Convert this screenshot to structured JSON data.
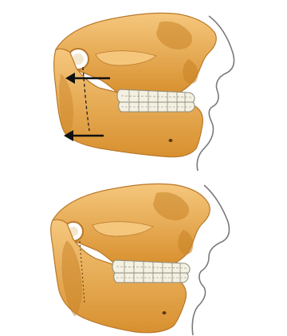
{
  "diagram": {
    "panels": [
      {
        "id": "before",
        "content": "skull-lateral-view-with-osteotomy-arrows",
        "arrows": [
          "arrow-left-upper",
          "arrow-left-lower"
        ],
        "cut_line": "dashed-vertical-ramus"
      },
      {
        "id": "after",
        "content": "skull-lateral-view-after-repositioning",
        "cut_line": "dotted-ramus-segment"
      }
    ],
    "colors": {
      "bone": "#E9A94E",
      "bone_shade": "#C98326",
      "bone_light": "#F5C77D",
      "bone_outline": "#B9782A",
      "teeth": "#F4F0E2",
      "teeth_outline": "#8B8B7A",
      "soft_tissue_outline": "#7A7A7A",
      "arrow": "#111111",
      "background": "#FFFFFF"
    }
  }
}
